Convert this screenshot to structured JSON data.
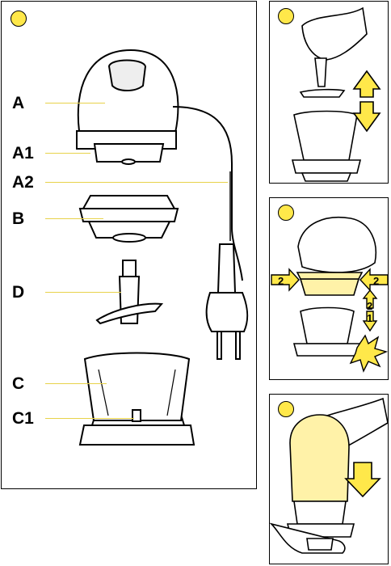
{
  "figure1": {
    "parts": [
      {
        "key": "A",
        "label": "A"
      },
      {
        "key": "A1",
        "label": "A1"
      },
      {
        "key": "A2",
        "label": "A2"
      },
      {
        "key": "B",
        "label": "B"
      },
      {
        "key": "D",
        "label": "D"
      },
      {
        "key": "C",
        "label": "C"
      },
      {
        "key": "C1",
        "label": "C1"
      }
    ]
  },
  "figure3": {
    "side_marks": [
      "2",
      "2"
    ],
    "sequence_marks": [
      "2",
      "1"
    ]
  },
  "colors": {
    "badge": "#ffe84a",
    "arrow_fill": "#ffe84a",
    "leader_line": "#e8d24a",
    "lid_highlight": "#fff2a8"
  }
}
